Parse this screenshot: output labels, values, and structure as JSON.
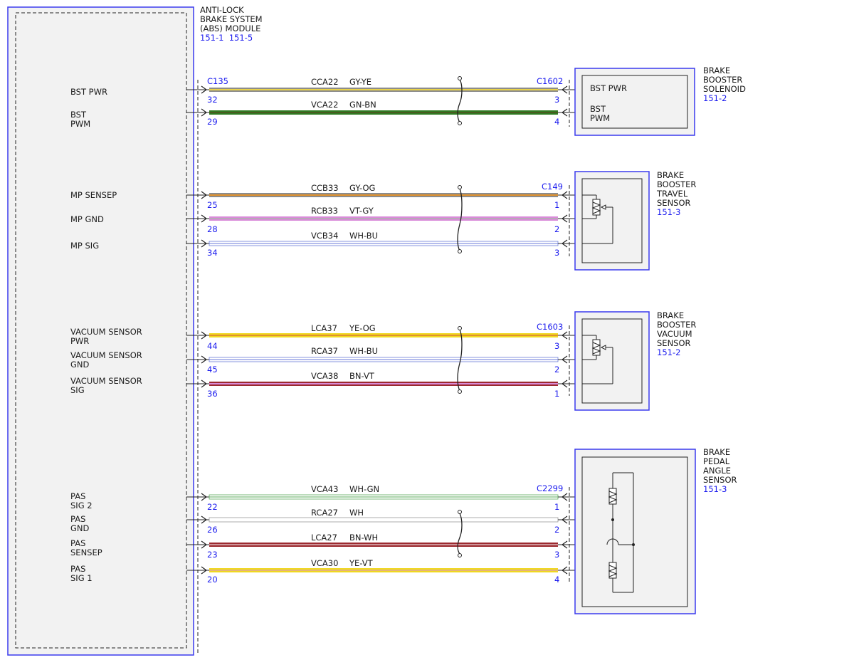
{
  "colors": {
    "module_border": "#3a3aee",
    "module_fill": "#f2f2f2",
    "component_fill": "#f2f2f2",
    "ink": "#1a1a1a",
    "ref_blue": "#1a1aee"
  },
  "abs_module": {
    "title_lines": [
      "ANTI-LOCK",
      "BRAKE SYSTEM",
      "(ABS) MODULE"
    ],
    "refs": "151-1  151-5"
  },
  "groups": [
    {
      "left_connector": "C135",
      "right_connector": "C1602",
      "wires": [
        {
          "signal": [
            "BST PWR"
          ],
          "circuit": "CCA22",
          "color_code": "GY-YE",
          "left_pin": "32",
          "right_pin": "3",
          "stripe": [
            "#8c8c8c",
            "#e8d24a"
          ]
        },
        {
          "signal": [
            "BST",
            "PWM"
          ],
          "circuit": "VCA22",
          "color_code": "GN-BN",
          "left_pin": "29",
          "right_pin": "4",
          "stripe": [
            "#2f7a22",
            "#6b4a22"
          ]
        }
      ],
      "component": {
        "title_lines": [
          "BRAKE",
          "BOOSTER",
          "SOLENOID"
        ],
        "ref": "151-2",
        "labels": [
          [
            "BST PWR"
          ],
          [
            "BST",
            "PWM"
          ]
        ]
      }
    },
    {
      "left_connector": "",
      "right_connector": "C149",
      "wires": [
        {
          "signal": [
            "MP SENSEP"
          ],
          "circuit": "CCB33",
          "color_code": "GY-OG",
          "left_pin": "25",
          "right_pin": "1",
          "stripe": [
            "#8c8c8c",
            "#e0922e"
          ]
        },
        {
          "signal": [
            "MP GND"
          ],
          "circuit": "RCB33",
          "color_code": "VT-GY",
          "left_pin": "28",
          "right_pin": "2",
          "stripe": [
            "#d98bd9",
            "#b8a8b8"
          ]
        },
        {
          "signal": [
            "MP SIG"
          ],
          "circuit": "VCB34",
          "color_code": "WH-BU",
          "left_pin": "34",
          "right_pin": "3",
          "stripe": [
            "#ffffff",
            "#6a7ad8"
          ]
        }
      ],
      "component": {
        "title_lines": [
          "BRAKE",
          "BOOSTER",
          "TRAVEL",
          "SENSOR"
        ],
        "ref": "151-3",
        "labels": []
      }
    },
    {
      "left_connector": "",
      "right_connector": "C1603",
      "wires": [
        {
          "signal": [
            "VACUUM SENSOR",
            "PWR"
          ],
          "circuit": "LCA37",
          "color_code": "YE-OG",
          "left_pin": "44",
          "right_pin": "3",
          "stripe": [
            "#f0d820",
            "#e0922e"
          ]
        },
        {
          "signal": [
            "VACUUM SENSOR",
            "GND"
          ],
          "circuit": "RCA37",
          "color_code": "WH-BU",
          "left_pin": "45",
          "right_pin": "2",
          "stripe": [
            "#ffffff",
            "#6a7ad8"
          ]
        },
        {
          "signal": [
            "VACUUM SENSOR",
            "SIG"
          ],
          "circuit": "VCA38",
          "color_code": "BN-VT",
          "left_pin": "36",
          "right_pin": "1",
          "stripe": [
            "#9c2a30",
            "#d98bd9"
          ]
        }
      ],
      "component": {
        "title_lines": [
          "BRAKE",
          "BOOSTER",
          "VACUUM",
          "SENSOR"
        ],
        "ref": "151-2",
        "labels": []
      }
    },
    {
      "left_connector": "",
      "right_connector": "C2299",
      "wires": [
        {
          "signal": [
            "PAS",
            "SIG 2"
          ],
          "circuit": "VCA43",
          "color_code": "WH-GN",
          "left_pin": "22",
          "right_pin": "1",
          "stripe": [
            "#ffffff",
            "#5aa85a"
          ]
        },
        {
          "signal": [
            "PAS",
            "GND"
          ],
          "circuit": "RCA27",
          "color_code": "WH",
          "left_pin": "26",
          "right_pin": "2",
          "stripe": [
            "#ffffff",
            "#ffffff"
          ]
        },
        {
          "signal": [
            "PAS",
            "SENSEP"
          ],
          "circuit": "LCA27",
          "color_code": "BN-WH",
          "left_pin": "23",
          "right_pin": "3",
          "stripe": [
            "#9c2a30",
            "#ffffff"
          ]
        },
        {
          "signal": [
            "PAS",
            "SIG 1"
          ],
          "circuit": "VCA30",
          "color_code": "YE-VT",
          "left_pin": "20",
          "right_pin": "4",
          "stripe": [
            "#f0d820",
            "#d98bd9"
          ]
        }
      ],
      "component": {
        "title_lines": [
          "BRAKE",
          "PEDAL",
          "ANGLE",
          "SENSOR"
        ],
        "ref": "151-3",
        "labels": []
      }
    }
  ]
}
